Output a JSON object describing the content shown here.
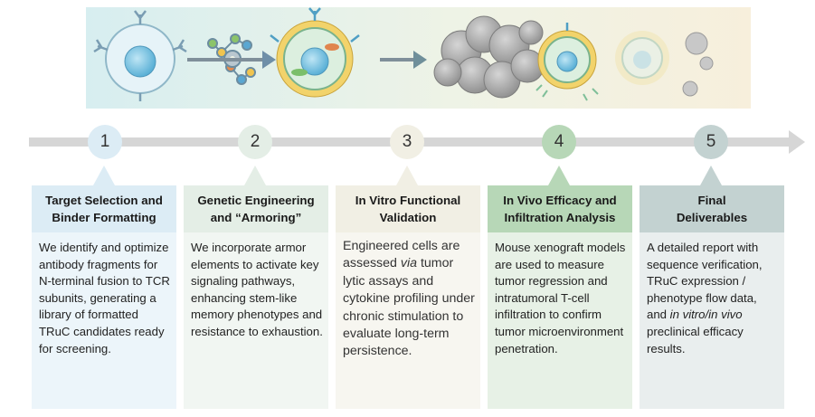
{
  "colors": {
    "step1": "#dcecf5",
    "step2": "#e4eee6",
    "step3": "#f1efe4",
    "step4": "#b7d7b7",
    "step5": "#c3d2d1",
    "timeline": "#d6d6d6"
  },
  "steps": [
    {
      "number": "1",
      "title_line1": "Target Selection and",
      "title_line2": "Binder Formatting",
      "body": "We identify and optimize antibody fragments for N-terminal fusion to TCR subunits, generating a library of formatted TRuC candidates ready for screening."
    },
    {
      "number": "2",
      "title_line1": "Genetic Engineering",
      "title_line2": "and “Armoring”",
      "body": "We incorporate armor elements to activate key signaling pathways, enhancing stem-like memory phenotypes and resistance to exhaustion."
    },
    {
      "number": "3",
      "title_line1": "In Vitro Functional",
      "title_line2": "Validation",
      "body_pre": "Engineered cells are assessed ",
      "body_em": "via",
      "body_post": " tumor lytic assays and cytokine profiling under chronic stimulation to evaluate long-term persistence."
    },
    {
      "number": "4",
      "title_line1": "In Vivo Efficacy and",
      "title_line2": "Infiltration Analysis",
      "body": "Mouse xenograft models are used to measure tumor regression and intratumoral T-cell infiltration to confirm tumor microenvironment penetration."
    },
    {
      "number": "5",
      "title_line1": "Final",
      "title_line2": "Deliverables",
      "body_pre": "A detailed report with sequence verification, TRuC expression / phenotype flow data, and ",
      "body_em": "in vitro/in vivo",
      "body_post": " preclinical efficacy results."
    }
  ]
}
